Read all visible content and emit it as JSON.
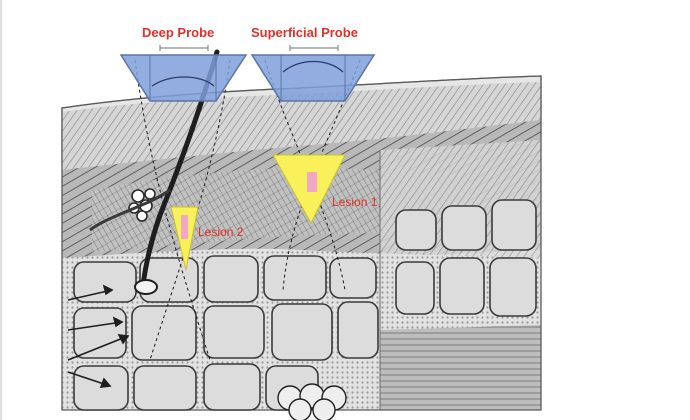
{
  "figure": {
    "probes": [
      {
        "id": "deep",
        "label": "Deep Probe"
      },
      {
        "id": "superficial",
        "label": "Superficial Probe"
      }
    ],
    "lesions": [
      {
        "id": "lesion-1",
        "label": "Lesion 1"
      },
      {
        "id": "lesion-2",
        "label": "Lesion 2"
      }
    ],
    "colors": {
      "label_red": "#e0302a",
      "probe_blue": "#7f9fd9",
      "focal_yellow": "#f8f15a",
      "lesion_pink": "#f4a6c8"
    }
  }
}
